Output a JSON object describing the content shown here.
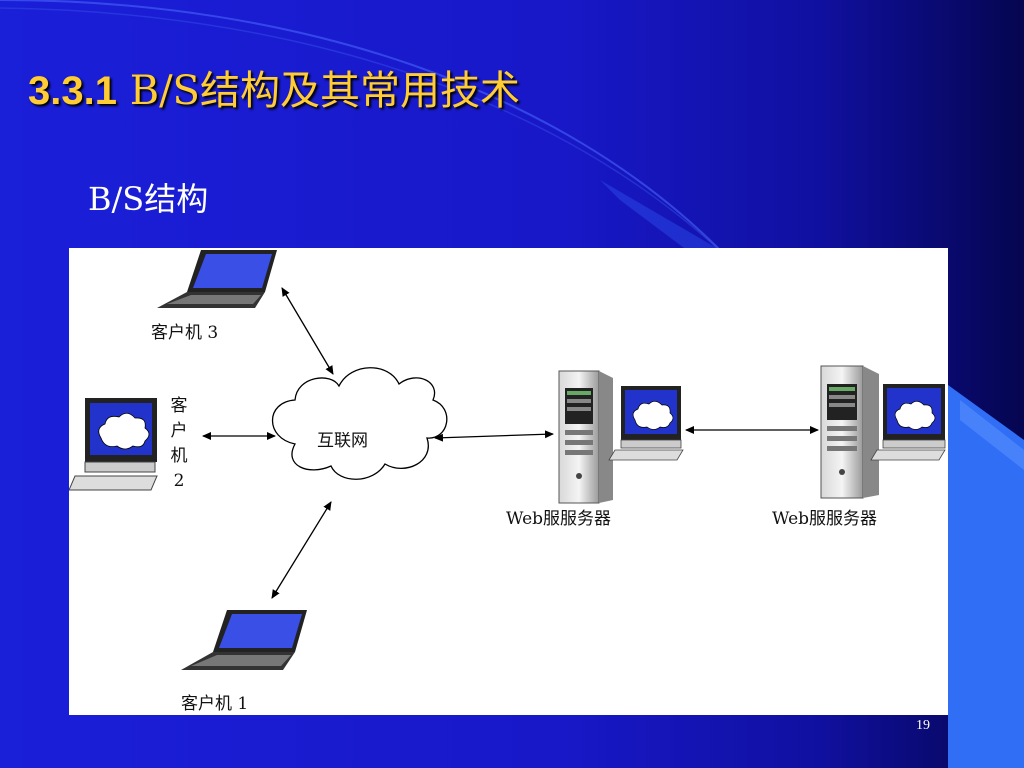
{
  "slide": {
    "title_number": "3.3.1",
    "title_text": "B/S结构及其常用技术",
    "subtitle": "B/S结构",
    "page_number": "19",
    "colors": {
      "background": "#1818c8",
      "title": "#ffcc33",
      "accent_right": "#3366ff"
    }
  },
  "diagram": {
    "client3": "客户机 3",
    "client2_chars": [
      "客",
      "户",
      "机",
      "2"
    ],
    "client1": "客户机 1",
    "internet": "互联网",
    "web_server_1": "Web服服务器",
    "web_server_2": "Web服服务器",
    "icons": [
      "laptop-icon",
      "desktop-computer-icon",
      "cloud-icon",
      "server-tower-icon",
      "monitor-icon",
      "double-arrow-icon"
    ]
  }
}
